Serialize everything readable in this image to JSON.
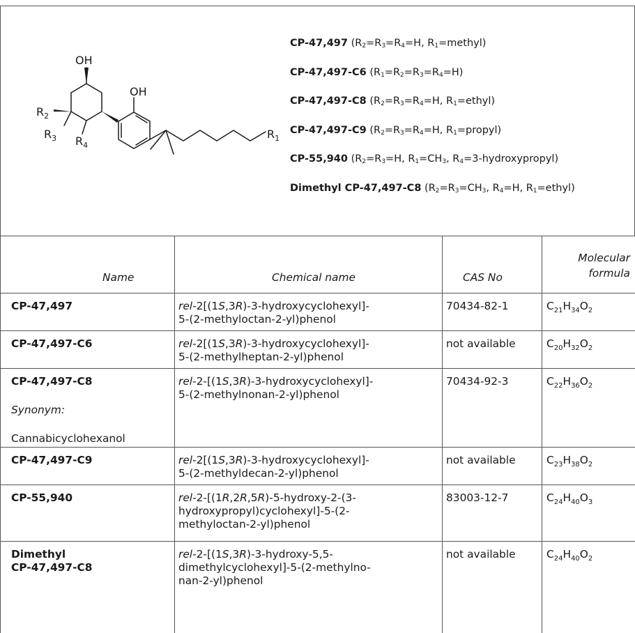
{
  "structure": {
    "labels": {
      "oh_top": "OH",
      "oh_ring": "OH",
      "r1": "R",
      "r2": "R",
      "r3": "R",
      "r4": "R",
      "r1_sub": "1",
      "r2_sub": "2",
      "r3_sub": "3",
      "r4_sub": "4"
    }
  },
  "variants": [
    {
      "name": "CP-47,497",
      "parts": [
        "(R",
        "2",
        "=R",
        "3",
        "=R",
        "4",
        "=H, R",
        "1",
        "=methyl)"
      ]
    },
    {
      "name": "CP-47,497-C6",
      "parts": [
        "(R",
        "1",
        "=R",
        "2",
        "=R",
        "3",
        "=R",
        "4",
        "=H)"
      ]
    },
    {
      "name": "CP-47,497-C8",
      "parts": [
        "(R",
        "2",
        "=R",
        "3",
        "=R",
        "4",
        "=H, R",
        "1",
        "=ethyl)"
      ]
    },
    {
      "name": "CP-47,497-C9",
      "parts": [
        "(R",
        "2",
        "=R",
        "3",
        "=R",
        "4",
        "=H, R",
        "1",
        "=propyl)"
      ]
    },
    {
      "name": "CP-55,940",
      "parts": [
        "(R",
        "2",
        "=R",
        "3",
        "=H, R",
        "1",
        "=CH",
        "3",
        ", R",
        "4",
        "=3-hydroxypropyl)"
      ]
    },
    {
      "name": "Dimethyl CP-47,497-C8",
      "parts": [
        "(R",
        "2",
        "=R",
        "3",
        "=CH",
        "3",
        ", R",
        "4",
        "=H, R",
        "1",
        "=ethyl)"
      ]
    }
  ],
  "table": {
    "headers": {
      "name": "Name",
      "chemical": "Chemical name",
      "cas": "CAS No",
      "formula_l1": "Molecular",
      "formula_l2": "formula"
    },
    "rows": [
      {
        "name": "CP-47,497",
        "chem_prefix": "rel",
        "chem_l1": [
          "-2[(1",
          "S",
          ",3",
          "R",
          ")-3-hydroxycyclohexyl]-"
        ],
        "chem_lines": [
          "5-(2-methyloctan-2-yl)phenol"
        ],
        "cas": "70434-82-1",
        "formula": [
          "C",
          "21",
          "H",
          "34",
          "O",
          "2"
        ]
      },
      {
        "name": "CP-47,497-C6",
        "chem_prefix": "rel",
        "chem_l1": [
          "-2[(1",
          "S",
          ",3",
          "R",
          ")-3-hydroxycyclohexyl]-"
        ],
        "chem_lines": [
          "5-(2-methylheptan-2-yl)phenol"
        ],
        "cas": "not available",
        "formula": [
          "C",
          "20",
          "H",
          "32",
          "O",
          "2"
        ]
      },
      {
        "name": "CP-47,497-C8",
        "synonym_label": "Synonym:",
        "synonym": "Cannabicyclohexanol",
        "chem_prefix": "rel",
        "chem_l1": [
          "-2-[(1",
          "S",
          ",3",
          "R",
          ")-3-hydroxycyclohexyl]-"
        ],
        "chem_lines": [
          "5-(2-methylnonan-2-yl)phenol"
        ],
        "cas": "70434-92-3",
        "formula": [
          "C",
          "22",
          "H",
          "36",
          "O",
          "2"
        ]
      },
      {
        "name": "CP-47,497-C9",
        "chem_prefix": "rel",
        "chem_l1": [
          "-2[(1",
          "S",
          ",3",
          "R",
          ")-3-hydroxycyclohexyl]-"
        ],
        "chem_lines": [
          "5-(2-methyldecan-2-yl)phenol"
        ],
        "cas": "not available",
        "formula": [
          "C",
          "23",
          "H",
          "38",
          "O",
          "2"
        ]
      },
      {
        "name": "CP-55,940",
        "chem_prefix": "rel",
        "chem_l1": [
          "-2-[(1",
          "R",
          ",2",
          "R",
          ",5",
          "R",
          ")-5-hydroxy-2-(3-"
        ],
        "chem_lines": [
          "hydroxypropyl)cyclohexyl]-5-(2-",
          "methyloctan-2-yl)phenol"
        ],
        "cas": "83003-12-7",
        "formula": [
          "C",
          "24",
          "H",
          "40",
          "O",
          "3"
        ]
      },
      {
        "name_l1": "Dimethyl",
        "name_l2": "CP-47,497-C8",
        "chem_prefix": "rel",
        "chem_l1": [
          "-2-[(1",
          "S",
          ",3",
          "R",
          ")-3-hydroxy-5,5-"
        ],
        "chem_lines": [
          "dimethylcyclohexyl]-5-(2-methylno-",
          "nan-2-yl)phenol"
        ],
        "cas": "not available",
        "formula": [
          "C",
          "24",
          "H",
          "40",
          "O",
          "2"
        ]
      }
    ]
  }
}
